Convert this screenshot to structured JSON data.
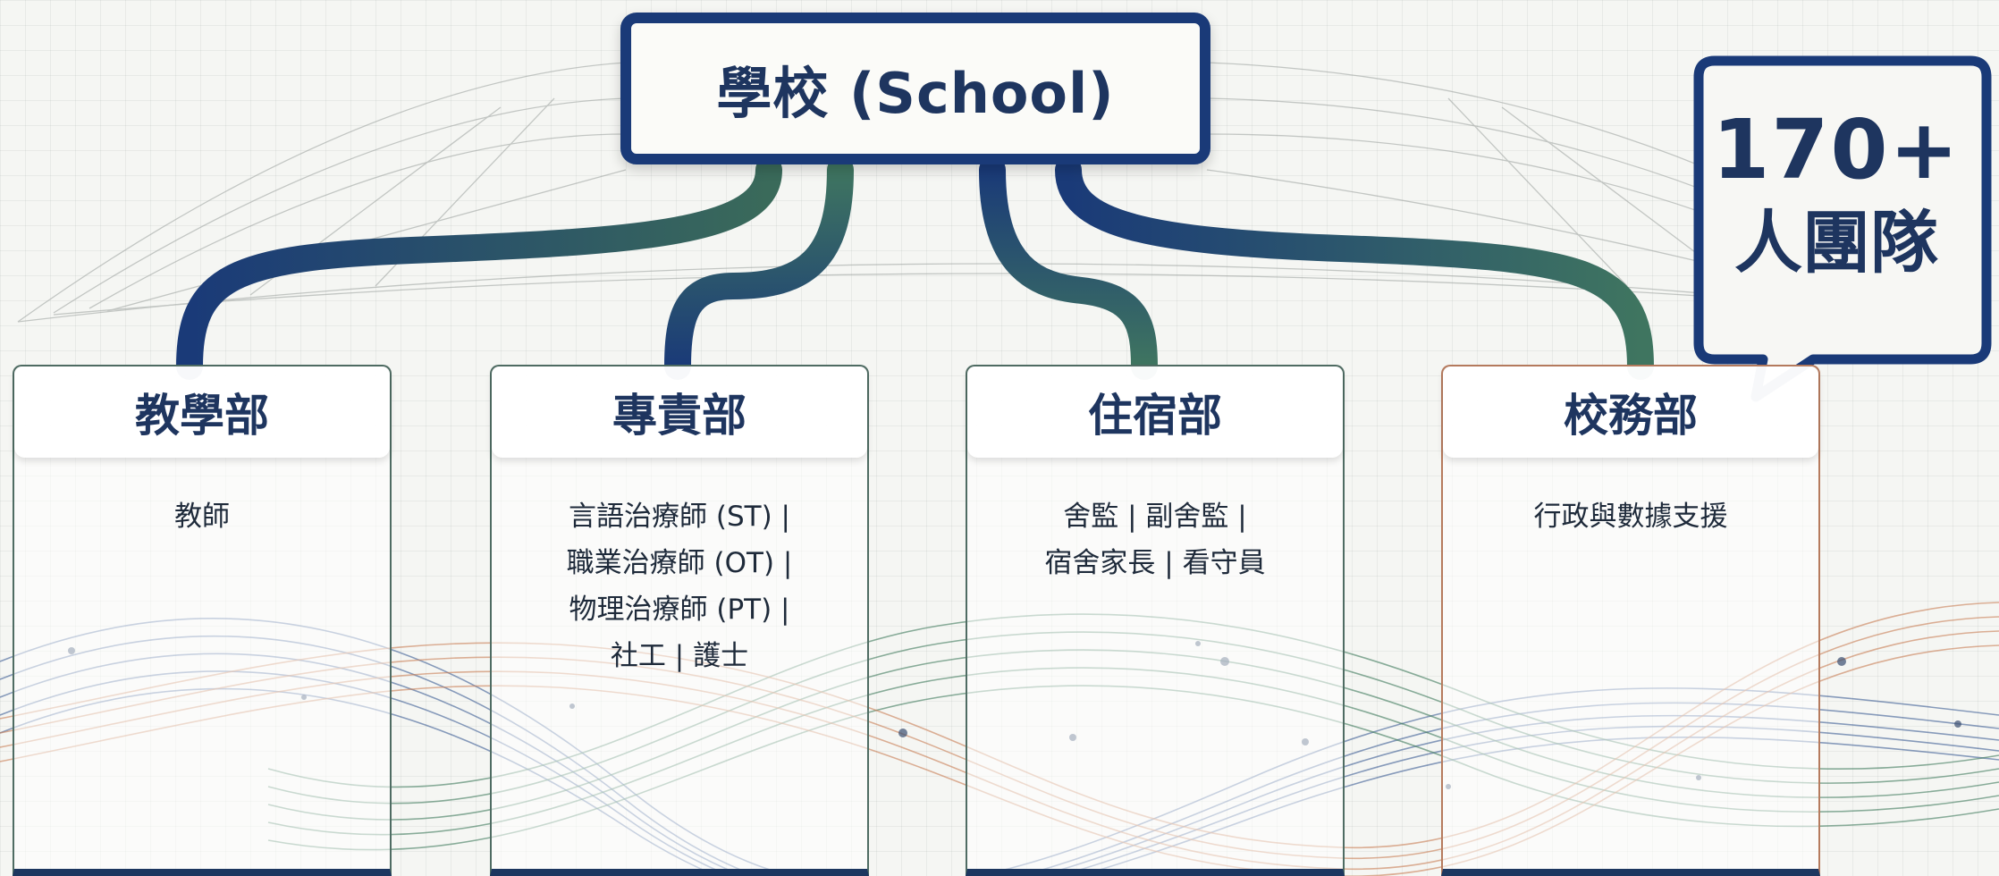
{
  "root": {
    "label": "學校 (School)"
  },
  "callout": {
    "number": "170+",
    "label": "人團隊"
  },
  "departments": [
    {
      "name": "教學部",
      "roles": [
        "教師"
      ]
    },
    {
      "name": "專責部",
      "roles": [
        "言語治療師 (ST) |",
        "職業治療師 (OT) |",
        "物理治療師 (PT) |",
        "社工 | 護士"
      ]
    },
    {
      "name": "住宿部",
      "roles": [
        "舍監 | 副舍監 |",
        "宿舍家長 | 看守員"
      ]
    },
    {
      "name": "校務部",
      "roles": [
        "行政與數據支援"
      ]
    }
  ],
  "colors": {
    "navy": "#1a3a78",
    "green": "#3f7560",
    "orange": "#c98158",
    "text": "#1e355f"
  }
}
